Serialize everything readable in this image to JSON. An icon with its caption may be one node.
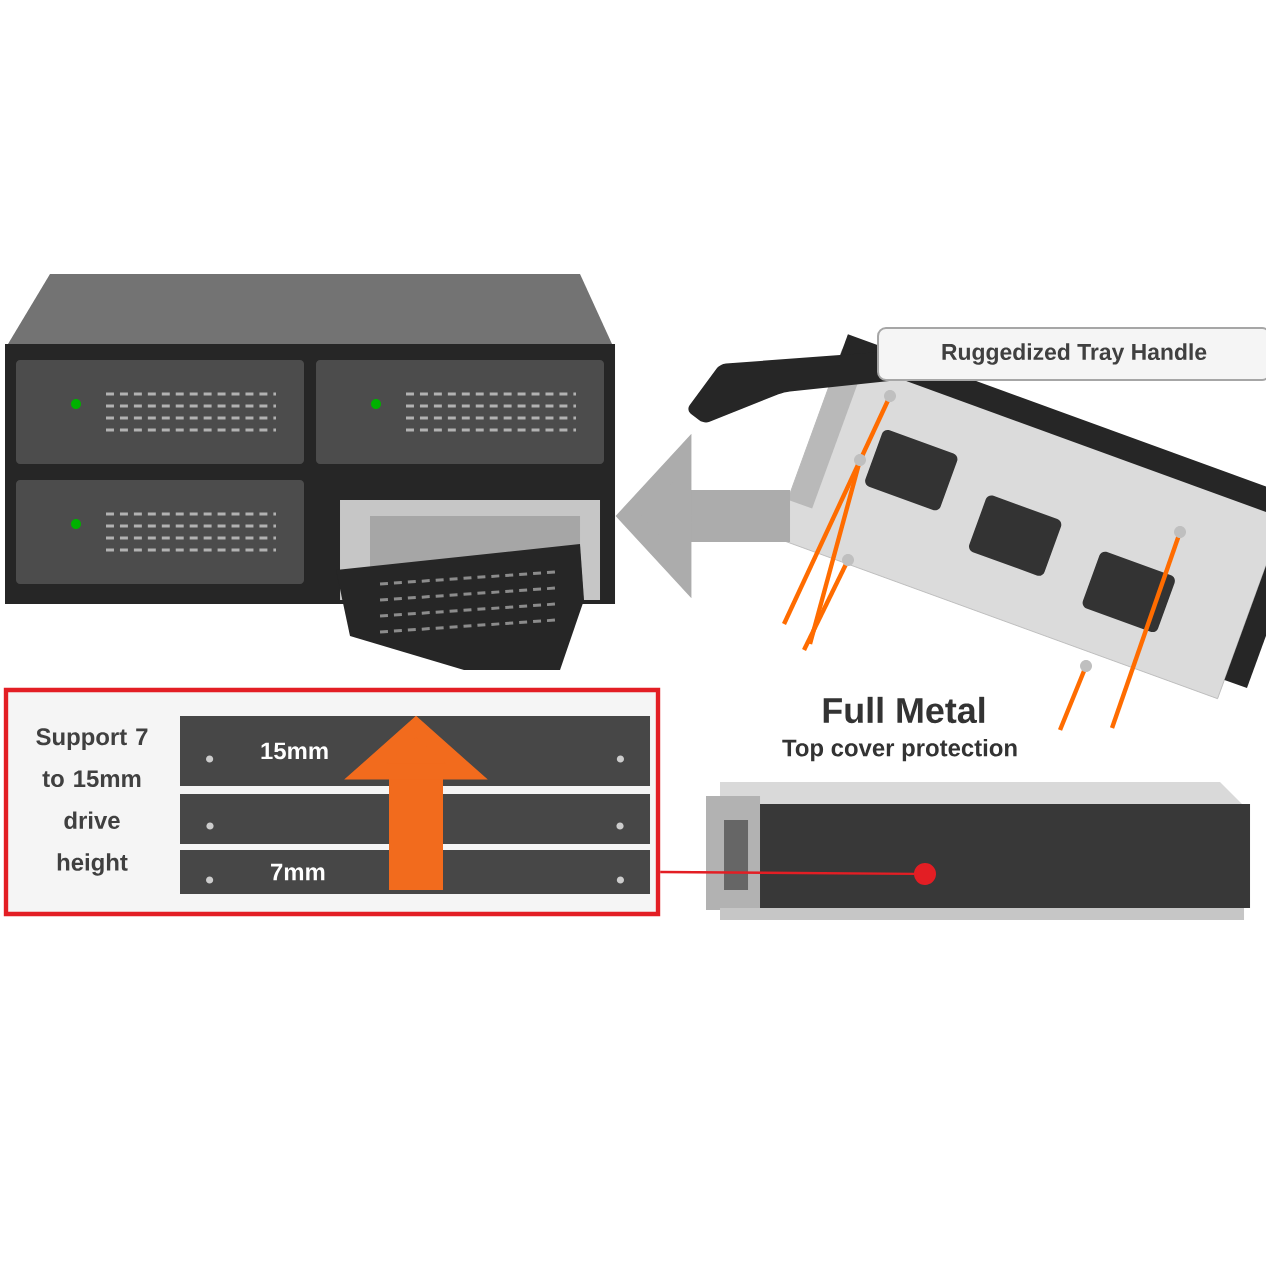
{
  "diagram": {
    "nodes": [
      {
        "text": [],
        "shape": "picture"
      },
      {
        "text": [
          "Ruggedized Tray Handle"
        ]
      },
      {
        "text": [],
        "shape": "picture"
      },
      {
        "text": [
          "Support 7 to 15mm drive height"
        ]
      },
      {
        "text": [
          "15mm"
        ],
        "in": 3
      },
      {
        "text": [
          "7mm"
        ],
        "in": 3
      },
      {
        "text": [],
        "shape": "picture"
      }
    ],
    "edges": [
      {
        "from": 2,
        "to": 0,
        "arrow": "to"
      },
      {
        "from": 3,
        "to": 6,
        "arrow": "other",
        "color": "#e31e24"
      },
      {
        "from": 5,
        "to": 4,
        "arrow": "to",
        "color": "#f26b1d"
      }
    ],
    "labels": [
      "Full Metal",
      "Top cover protection"
    ]
  }
}
